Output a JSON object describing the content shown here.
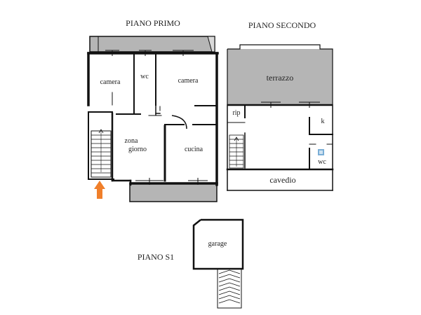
{
  "floors": {
    "primo": {
      "title": "PIANO PRIMO",
      "rooms": {
        "camera_left": "camera",
        "wc": "wc",
        "camera_right": "camera",
        "zona_1": "zona",
        "zona_2": "giorno",
        "cucina": "cucina"
      }
    },
    "secondo": {
      "title": "PIANO SECONDO",
      "rooms": {
        "terrazzo": "terrazzo",
        "rip": "rip",
        "k": "k",
        "wc": "wc",
        "cavedio": "cavedio"
      }
    },
    "s1": {
      "title": "PIANO S1",
      "rooms": {
        "garage": "garage"
      }
    }
  },
  "colors": {
    "wall": "#111111",
    "terrace": "#b5b5b5",
    "entrance_arrow": "#f07f2a",
    "wc_fixture": "#7aaed6"
  },
  "icons": {
    "entrance": "entrance-arrow-icon"
  }
}
